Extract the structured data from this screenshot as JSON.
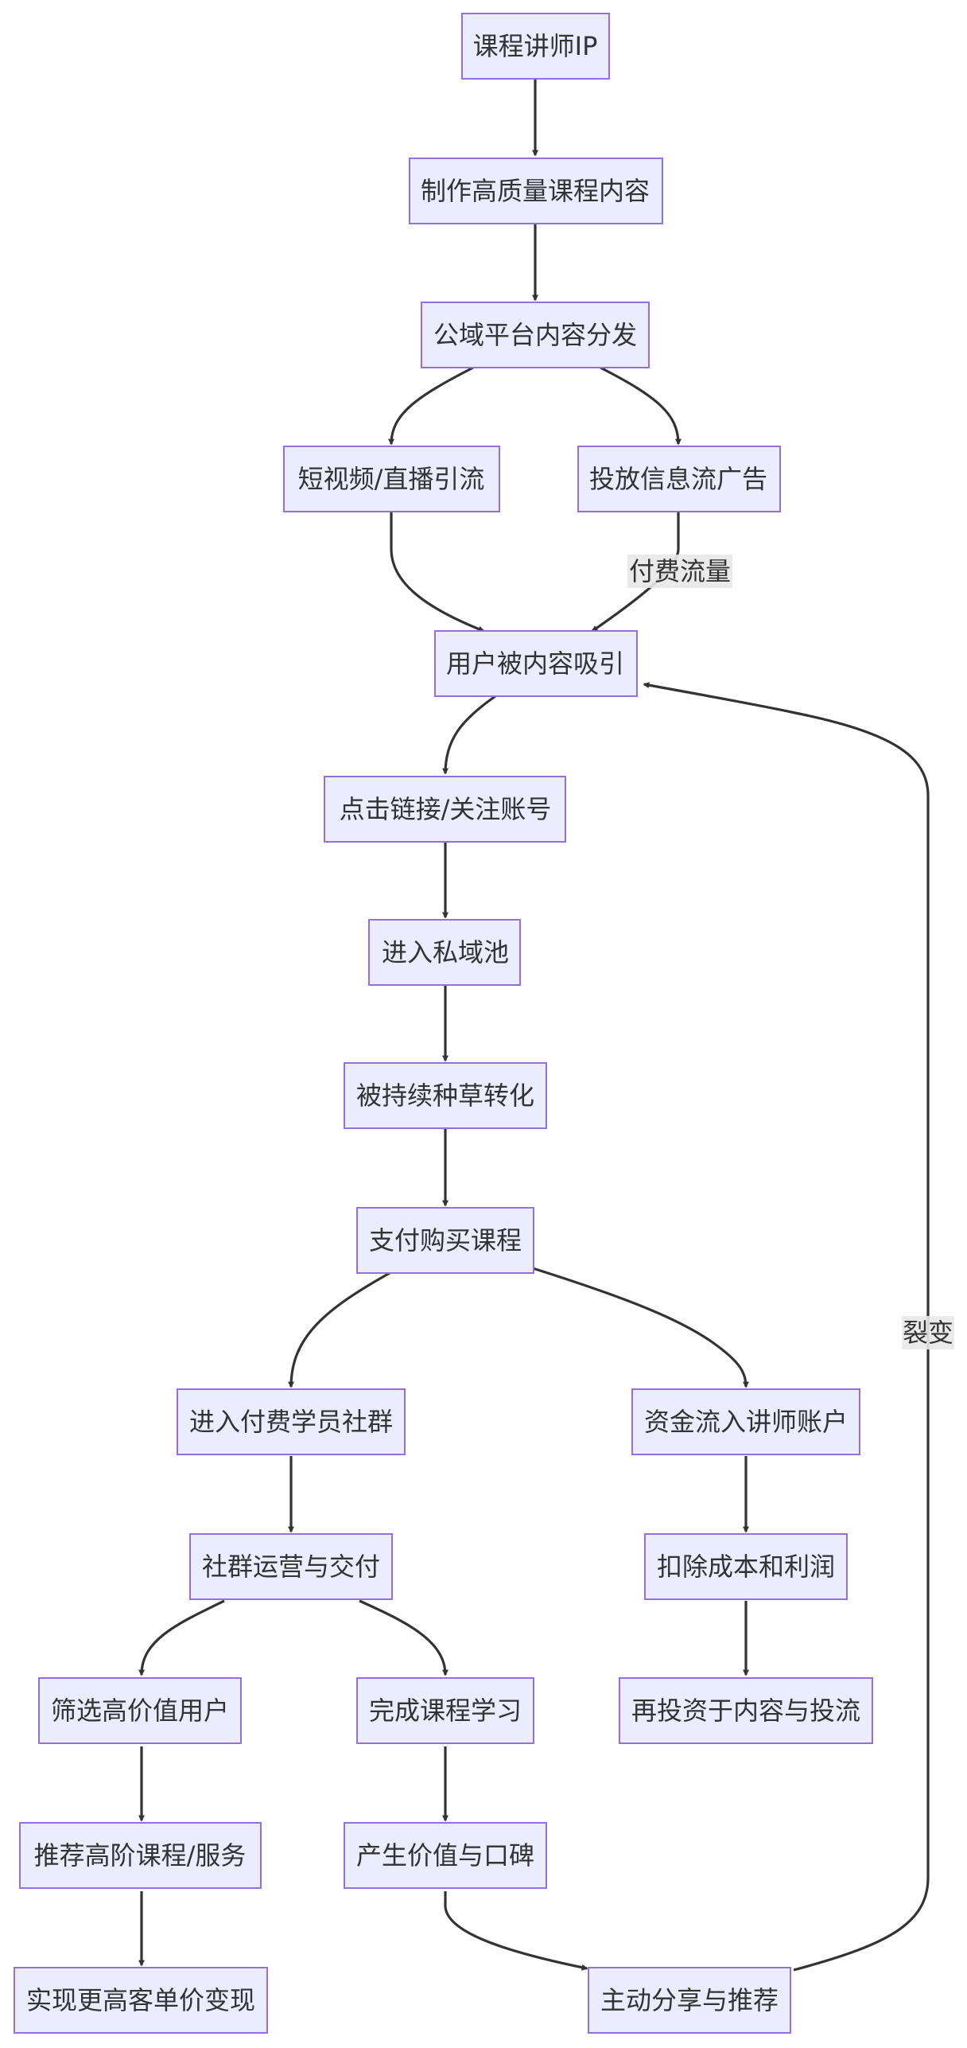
{
  "diagram": {
    "nodes": {
      "A": "课程讲师IP",
      "B": "制作高质量课程内容",
      "C": "公域平台内容分发",
      "D": "短视频/直播引流",
      "E": "投放信息流广告",
      "F": "用户被内容吸引",
      "G": "点击链接/关注账号",
      "H": "进入私域池",
      "I": "被持续种草转化",
      "J": "支付购买课程",
      "K": "进入付费学员社群",
      "L": "资金流入讲师账户",
      "M": "社群运营与交付",
      "N": "扣除成本和利润",
      "O": "筛选高价值用户",
      "P": "完成课程学习",
      "Q": "再投资于内容与投流",
      "R": "推荐高阶课程/服务",
      "S": "产生价值与口碑",
      "T": "实现更高客单价变现",
      "U": "主动分享与推荐"
    },
    "edge_labels": {
      "paid_traffic": "付费流量",
      "fission": "裂变"
    },
    "colors": {
      "node_fill": "#ECECFF",
      "node_border": "#9370DB",
      "edge": "#333333",
      "label_bg": "#E8E8E8"
    }
  }
}
